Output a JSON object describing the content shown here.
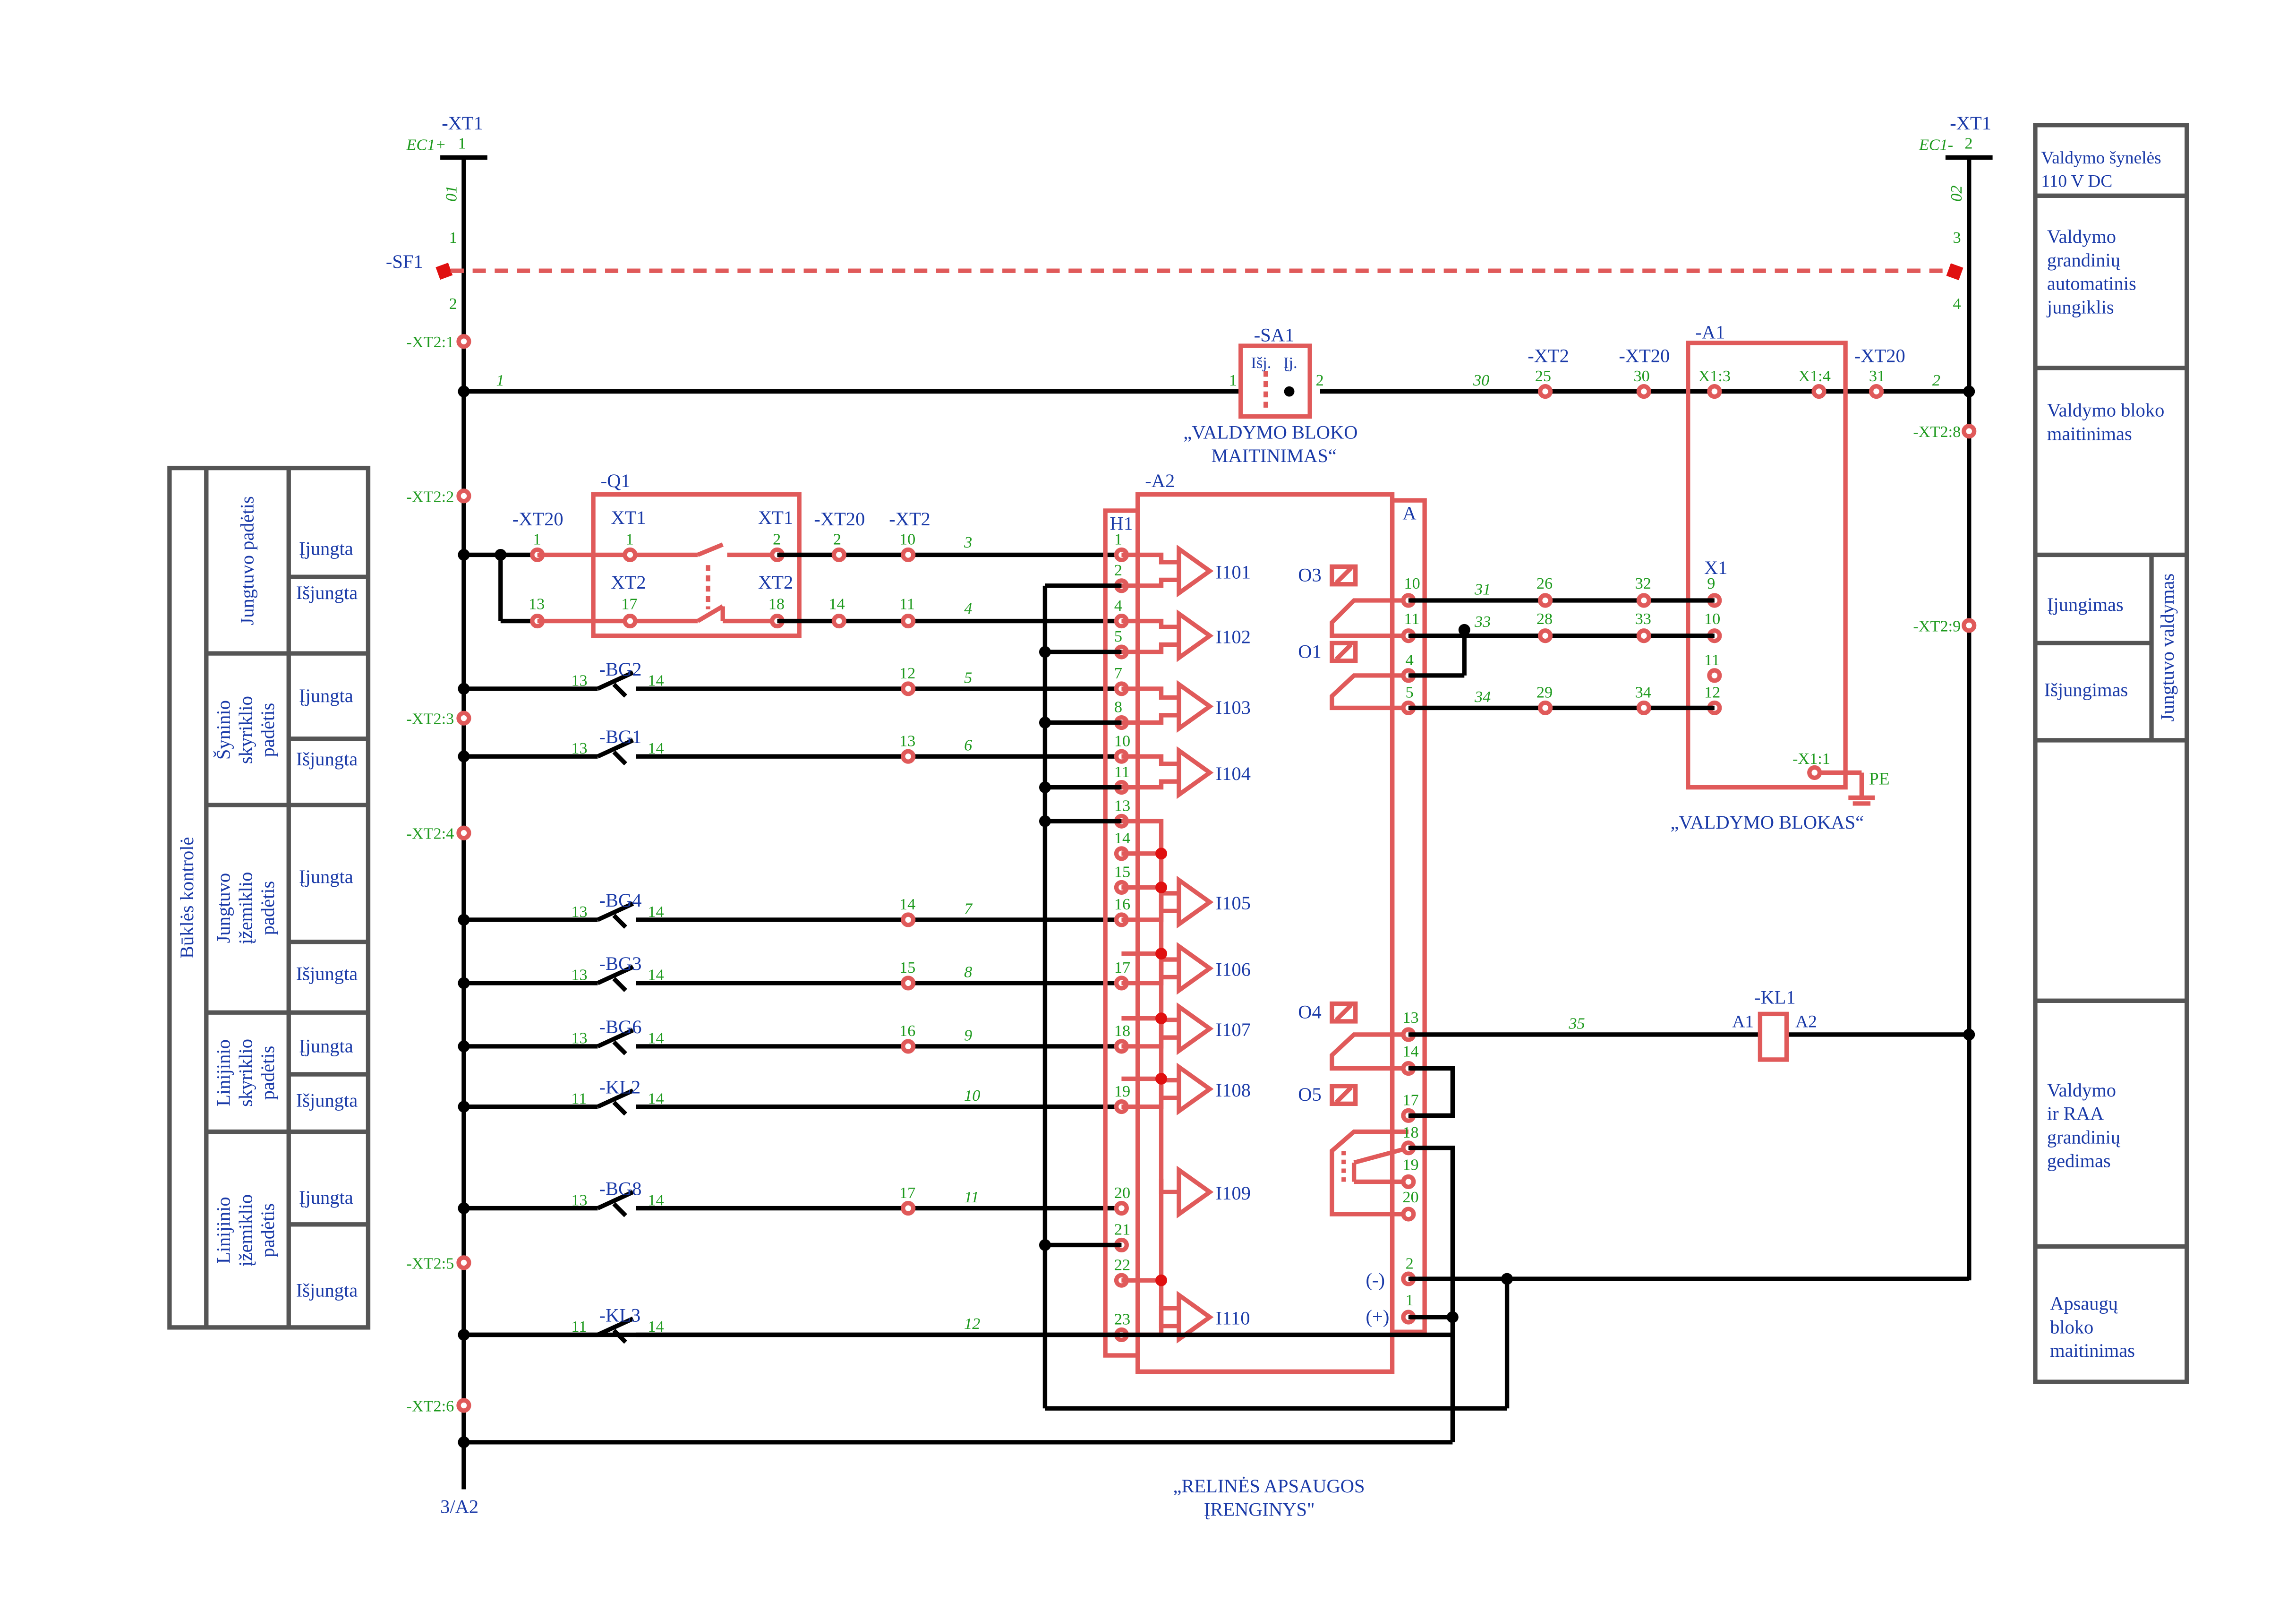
{
  "top_left": {
    "xt1": "-XT1",
    "pin1": "1",
    "ec": "EC1+",
    "wire": "01"
  },
  "top_right": {
    "xt1": "-XT1",
    "pin2": "2",
    "ec": "EC1-",
    "wire": "02"
  },
  "sf1": {
    "label": "-SF1",
    "p1": "1",
    "p2": "2",
    "p3": "3",
    "p4": "4"
  },
  "xt2_terms": [
    "-XT2:1",
    "-XT2:2",
    "-XT2:3",
    "-XT2:4",
    "-XT2:5",
    "-XT2:6",
    "-XT2:8",
    "-XT2:9"
  ],
  "bottom_ref": "3/A2",
  "sa1": {
    "label": "-SA1",
    "isj": "Išj.",
    "ij": "Įj.",
    "p1": "1",
    "p2": "2",
    "caption1": "„VALDYMO BLOKO",
    "caption2": "MAITINIMAS“"
  },
  "wire_nums": {
    "w1": "1",
    "w2": "2",
    "w30": "30",
    "w3": "3",
    "w4": "4",
    "w5": "5",
    "w6": "6",
    "w7": "7",
    "w8": "8",
    "w9": "9",
    "w10": "10",
    "w11": "11",
    "w12": "12",
    "w31": "31",
    "w33": "33",
    "w34": "34",
    "w35": "35"
  },
  "a1": {
    "label": "-A1",
    "x13": "X1:3",
    "x14": "X1:4",
    "x1": "X1",
    "xt20": "-XT20",
    "t31": "31",
    "xt2": "-XT2",
    "t25": "25",
    "xt20b": "-XT20",
    "t30": "30",
    "x11": "-X1:1",
    "pe": "PE",
    "caption": "„VALDYMO BLOKAS“",
    "p9": "9",
    "p10": "10",
    "p11": "11",
    "p12": "12"
  },
  "q1": {
    "label": "-Q1",
    "xt20": "-XT20",
    "t1": "1",
    "t13": "13",
    "xt1a": "XT1",
    "xt1b": "XT1",
    "xt2a": "XT2",
    "xt2b": "XT2",
    "p1": "1",
    "p2": "2",
    "p17": "17",
    "p18": "18",
    "xt20b": "-XT20",
    "t2": "2",
    "t14": "14",
    "xt2": "-XT2",
    "t10": "10",
    "t11": "11"
  },
  "a2": {
    "label": "-A2",
    "h1": "H1",
    "a": "A",
    "caption1": "„RELINĖS APSAUGOS",
    "caption2": "ĮRENGINYS\"",
    "minus": "(-)",
    "plus": "(+)",
    "p2": "2",
    "p1": "1"
  },
  "inputs": [
    "I101",
    "I102",
    "I103",
    "I104",
    "I105",
    "I106",
    "I107",
    "I108",
    "I109",
    "I110"
  ],
  "h1_pins": [
    "1",
    "2",
    "4",
    "5",
    "7",
    "8",
    "10",
    "11",
    "13",
    "14",
    "15",
    "16",
    "17",
    "18",
    "19",
    "20",
    "21",
    "22",
    "23"
  ],
  "outputs": {
    "o3": "O3",
    "o1": "O1",
    "o4": "O4",
    "o5": "O5",
    "p10": "10",
    "p11": "11",
    "p4": "4",
    "p5": "5",
    "p13": "13",
    "p14": "14",
    "p17": "17",
    "p18": "18",
    "p19": "19",
    "p20": "20",
    "t26": "26",
    "t28": "28",
    "t29": "29",
    "t32": "32",
    "t33": "33",
    "t34": "34"
  },
  "contacts": [
    {
      "name": "-BG2",
      "a": "13",
      "b": "14",
      "t": "12",
      "w": "5"
    },
    {
      "name": "-BG1",
      "a": "13",
      "b": "14",
      "t": "13",
      "w": "6"
    },
    {
      "name": "-BG4",
      "a": "13",
      "b": "14",
      "t": "14",
      "w": "7"
    },
    {
      "name": "-BG3",
      "a": "13",
      "b": "14",
      "t": "15",
      "w": "8"
    },
    {
      "name": "-BG6",
      "a": "13",
      "b": "14",
      "t": "16",
      "w": "9"
    },
    {
      "name": "-KL2",
      "a": "11",
      "b": "14",
      "t": "",
      "w": "10"
    },
    {
      "name": "-BG8",
      "a": "13",
      "b": "14",
      "t": "17",
      "w": "11"
    },
    {
      "name": "-KL3",
      "a": "11",
      "b": "14",
      "t": "",
      "w": "12"
    }
  ],
  "kl1": {
    "label": "-KL1",
    "a1": "A1",
    "a2": "A2"
  },
  "left_table": {
    "main": "Būklės kontrolė",
    "groups": [
      "Jungtuvo padėtis",
      "Šyninio skyriklio padėtis",
      "Jungtuvo įžemiklio padėtis",
      "Linijinio skyriklio padėtis",
      "Linijinio įžemiklio padėtis"
    ],
    "states": [
      "Įjungta",
      "Išjungta",
      "Įjungta",
      "Išjungta",
      "Įjungta",
      "Išjungta",
      "Įjungta",
      "Išjungta",
      "Įjungta",
      "Išjungta"
    ]
  },
  "right_table": {
    "r1": "Valdymo šynelės 110 V DC",
    "r2": [
      "Valdymo",
      "grandinių",
      "automatinis",
      "jungiklis"
    ],
    "r3": [
      "Valdymo bloko",
      "maitinimas"
    ],
    "r4a": "Įjungimas",
    "r4b": "Išjungimas",
    "r4side": "Jungtuvo valdymas",
    "r6": [
      "Valdymo",
      "ir RAA",
      "grandinių",
      "gedimas"
    ],
    "r7": [
      "Apsaugų",
      "bloko",
      "maitinimas"
    ]
  },
  "colors": {
    "blue": "#1a3aa8",
    "green": "#1e9a1e",
    "red": "#e05a5a",
    "black": "#000000",
    "grey": "#555555"
  }
}
